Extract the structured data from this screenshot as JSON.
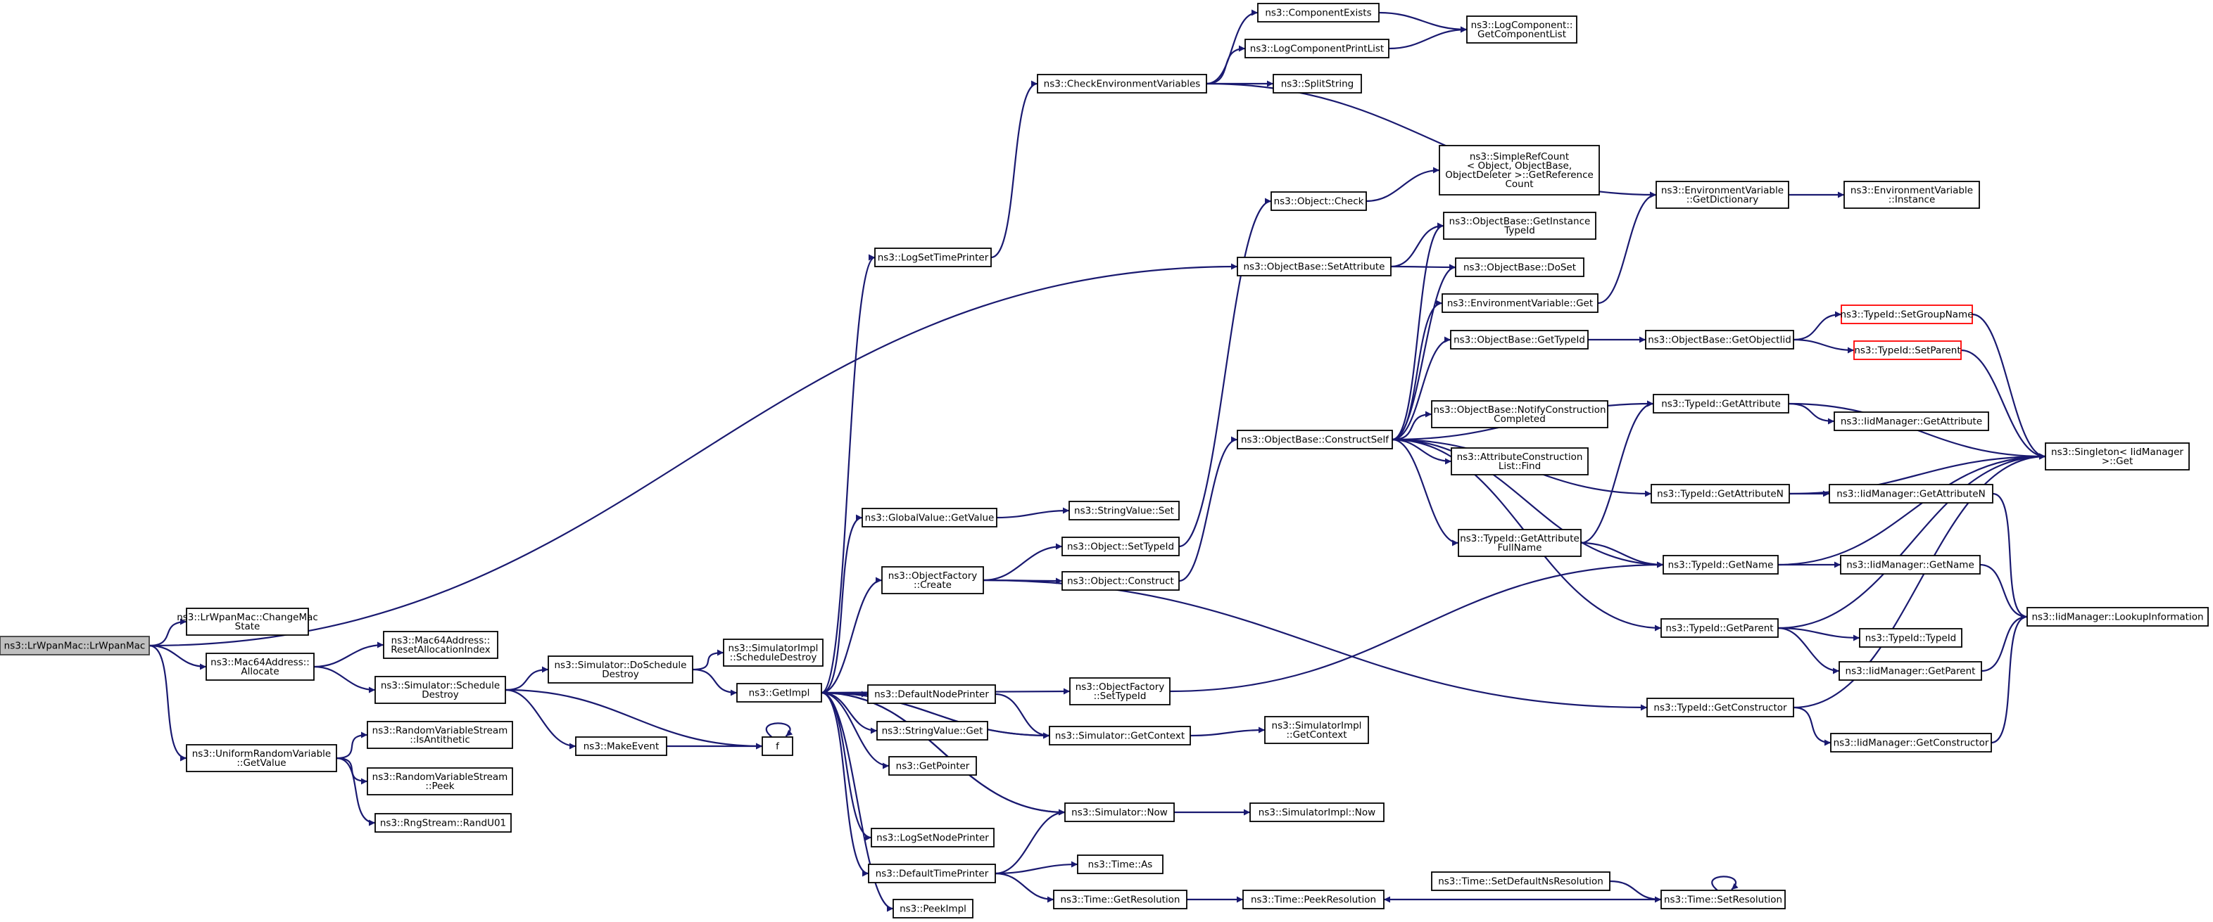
{
  "graph": {
    "edge_color": "#191970",
    "nodes": {
      "root": {
        "lines": [
          "ns3::LrWpanMac::LrWpanMac"
        ],
        "style": "root"
      },
      "changemac": {
        "lines": [
          "ns3::LrWpanMac::ChangeMac",
          "State"
        ]
      },
      "m64alloc": {
        "lines": [
          "ns3::Mac64Address::",
          "Allocate"
        ]
      },
      "m64reset": {
        "lines": [
          "ns3::Mac64Address::",
          "ResetAllocationIndex"
        ]
      },
      "urvget": {
        "lines": [
          "ns3::UniformRandomVariable",
          "::GetValue"
        ]
      },
      "rvsanti": {
        "lines": [
          "ns3::RandomVariableStream",
          "::IsAntithetic"
        ]
      },
      "rvspeek": {
        "lines": [
          "ns3::RandomVariableStream",
          "::Peek"
        ]
      },
      "randu01": {
        "lines": [
          "ns3::RngStream::RandU01"
        ]
      },
      "simsched": {
        "lines": [
          "ns3::Simulator::Schedule",
          "Destroy"
        ]
      },
      "simdosched": {
        "lines": [
          "ns3::Simulator::DoSchedule",
          "Destroy"
        ]
      },
      "simimplsched": {
        "lines": [
          "ns3::SimulatorImpl",
          "::ScheduleDestroy"
        ]
      },
      "makeevent": {
        "lines": [
          "ns3::MakeEvent"
        ]
      },
      "f": {
        "lines": [
          "f"
        ]
      },
      "getimpl": {
        "lines": [
          "ns3::GetImpl"
        ]
      },
      "logsettime": {
        "lines": [
          "ns3::LogSetTimePrinter"
        ]
      },
      "checkenv": {
        "lines": [
          "ns3::CheckEnvironmentVariables"
        ]
      },
      "compexists": {
        "lines": [
          "ns3::ComponentExists"
        ]
      },
      "logcompprint": {
        "lines": [
          "ns3::LogComponentPrintList"
        ]
      },
      "splitstring": {
        "lines": [
          "ns3::SplitString"
        ]
      },
      "logcompget": {
        "lines": [
          "ns3::LogComponent::",
          "GetComponentList"
        ]
      },
      "envgetdict": {
        "lines": [
          "ns3::EnvironmentVariable",
          "::GetDictionary"
        ]
      },
      "envinstance": {
        "lines": [
          "ns3::EnvironmentVariable",
          "::Instance"
        ]
      },
      "objcheck": {
        "lines": [
          "ns3::Object::Check"
        ]
      },
      "simplerefcount": {
        "lines": [
          "ns3::SimpleRefCount",
          "< Object, ObjectBase,",
          "ObjectDeleter >::GetReference",
          "Count"
        ]
      },
      "obsetattr": {
        "lines": [
          "ns3::ObjectBase::SetAttribute"
        ]
      },
      "obgetinst": {
        "lines": [
          "ns3::ObjectBase::GetInstance",
          "TypeId"
        ]
      },
      "obdoset": {
        "lines": [
          "ns3::ObjectBase::DoSet"
        ]
      },
      "envget": {
        "lines": [
          "ns3::EnvironmentVariable::Get"
        ]
      },
      "obgettypeid": {
        "lines": [
          "ns3::ObjectBase::GetTypeId"
        ]
      },
      "obgetobjectiid": {
        "lines": [
          "ns3::ObjectBase::GetObjectIid"
        ]
      },
      "tidsetgroup": {
        "lines": [
          "ns3::TypeId::SetGroupName"
        ],
        "style": "red"
      },
      "tidsetparent": {
        "lines": [
          "ns3::TypeId::SetParent"
        ],
        "style": "red"
      },
      "obconstruct": {
        "lines": [
          "ns3::ObjectBase::ConstructSelf"
        ]
      },
      "obnotify": {
        "lines": [
          "ns3::ObjectBase::NotifyConstruction",
          "Completed"
        ]
      },
      "attrfind": {
        "lines": [
          "ns3::AttributeConstruction",
          "List::Find"
        ]
      },
      "tidgetattr": {
        "lines": [
          "ns3::TypeId::GetAttribute"
        ]
      },
      "iidgetattr": {
        "lines": [
          "ns3::IidManager::GetAttribute"
        ]
      },
      "singleton": {
        "lines": [
          "ns3::Singleton< IidManager",
          ">::Get"
        ]
      },
      "tidgetattrn": {
        "lines": [
          "ns3::TypeId::GetAttributeN"
        ]
      },
      "iidgetattrn": {
        "lines": [
          "ns3::IidManager::GetAttributeN"
        ]
      },
      "tidgetattrfull": {
        "lines": [
          "ns3::TypeId::GetAttribute",
          "FullName"
        ]
      },
      "tidgetname": {
        "lines": [
          "ns3::TypeId::GetName"
        ]
      },
      "iidgetname": {
        "lines": [
          "ns3::IidManager::GetName"
        ]
      },
      "iidlookup": {
        "lines": [
          "ns3::IidManager::LookupInformation"
        ]
      },
      "tidgetparent": {
        "lines": [
          "ns3::TypeId::GetParent"
        ]
      },
      "tidtypeid": {
        "lines": [
          "ns3::TypeId::TypeId"
        ]
      },
      "iidgetparent": {
        "lines": [
          "ns3::IidManager::GetParent"
        ]
      },
      "tidgetctor": {
        "lines": [
          "ns3::TypeId::GetConstructor"
        ]
      },
      "iidgetctor": {
        "lines": [
          "ns3::IidManager::GetConstructor"
        ]
      },
      "gvgetvalue": {
        "lines": [
          "ns3::GlobalValue::GetValue"
        ]
      },
      "stringvalueset": {
        "lines": [
          "ns3::StringValue::Set"
        ]
      },
      "objfactcreate": {
        "lines": [
          "ns3::ObjectFactory",
          "::Create"
        ]
      },
      "objsettypeid": {
        "lines": [
          "ns3::Object::SetTypeId"
        ]
      },
      "objconstruct": {
        "lines": [
          "ns3::Object::Construct"
        ]
      },
      "defnodeprinter": {
        "lines": [
          "ns3::DefaultNodePrinter"
        ]
      },
      "objfactsettid": {
        "lines": [
          "ns3::ObjectFactory",
          "::SetTypeId"
        ]
      },
      "stringvalueget": {
        "lines": [
          "ns3::StringValue::Get"
        ]
      },
      "simgetctx": {
        "lines": [
          "ns3::Simulator::GetContext"
        ]
      },
      "simimplgetctx": {
        "lines": [
          "ns3::SimulatorImpl",
          "::GetContext"
        ]
      },
      "getpointer": {
        "lines": [
          "ns3::GetPointer"
        ]
      },
      "simnow": {
        "lines": [
          "ns3::Simulator::Now"
        ]
      },
      "simimplnow": {
        "lines": [
          "ns3::SimulatorImpl::Now"
        ]
      },
      "logsetnode": {
        "lines": [
          "ns3::LogSetNodePrinter"
        ]
      },
      "deftimeprinter": {
        "lines": [
          "ns3::DefaultTimePrinter"
        ]
      },
      "timeas": {
        "lines": [
          "ns3::Time::As"
        ]
      },
      "timegetres": {
        "lines": [
          "ns3::Time::GetResolution"
        ]
      },
      "timepeekres": {
        "lines": [
          "ns3::Time::PeekResolution"
        ]
      },
      "timesetdefns": {
        "lines": [
          "ns3::Time::SetDefaultNsResolution"
        ]
      },
      "timesetres": {
        "lines": [
          "ns3::Time::SetResolution"
        ]
      },
      "peekimpl": {
        "lines": [
          "ns3::PeekImpl"
        ]
      }
    },
    "edges": [
      [
        "root",
        "changemac"
      ],
      [
        "root",
        "m64alloc"
      ],
      [
        "root",
        "urvget"
      ],
      [
        "root",
        "obsetattr"
      ],
      [
        "m64alloc",
        "m64reset"
      ],
      [
        "m64alloc",
        "simsched"
      ],
      [
        "urvget",
        "rvsanti"
      ],
      [
        "urvget",
        "rvspeek"
      ],
      [
        "urvget",
        "randu01"
      ],
      [
        "simsched",
        "simdosched"
      ],
      [
        "simsched",
        "makeevent"
      ],
      [
        "simsched",
        "f"
      ],
      [
        "simdosched",
        "simimplsched"
      ],
      [
        "simdosched",
        "getimpl"
      ],
      [
        "makeevent",
        "f"
      ],
      [
        "f",
        "f"
      ],
      [
        "getimpl",
        "logsettime"
      ],
      [
        "getimpl",
        "gvgetvalue"
      ],
      [
        "getimpl",
        "objfactcreate"
      ],
      [
        "getimpl",
        "defnodeprinter"
      ],
      [
        "getimpl",
        "objfactsettid"
      ],
      [
        "getimpl",
        "stringvalueget"
      ],
      [
        "getimpl",
        "simgetctx"
      ],
      [
        "getimpl",
        "getpointer"
      ],
      [
        "getimpl",
        "simnow"
      ],
      [
        "getimpl",
        "logsetnode"
      ],
      [
        "getimpl",
        "deftimeprinter"
      ],
      [
        "getimpl",
        "peekimpl"
      ],
      [
        "logsettime",
        "checkenv"
      ],
      [
        "checkenv",
        "compexists"
      ],
      [
        "checkenv",
        "logcompprint"
      ],
      [
        "checkenv",
        "splitstring"
      ],
      [
        "checkenv",
        "envgetdict"
      ],
      [
        "compexists",
        "logcompget"
      ],
      [
        "logcompprint",
        "logcompget"
      ],
      [
        "envgetdict",
        "envinstance"
      ],
      [
        "objcheck",
        "simplerefcount"
      ],
      [
        "obsetattr",
        "obgetinst"
      ],
      [
        "obsetattr",
        "obdoset"
      ],
      [
        "envget",
        "envgetdict"
      ],
      [
        "obgettypeid",
        "obgetobjectiid"
      ],
      [
        "obgetobjectiid",
        "tidsetgroup"
      ],
      [
        "obgetobjectiid",
        "tidsetparent"
      ],
      [
        "tidsetgroup",
        "singleton"
      ],
      [
        "tidsetparent",
        "singleton"
      ],
      [
        "obconstruct",
        "obgetinst"
      ],
      [
        "obconstruct",
        "obdoset"
      ],
      [
        "obconstruct",
        "envget"
      ],
      [
        "obconstruct",
        "obgettypeid"
      ],
      [
        "obconstruct",
        "tidgetattr"
      ],
      [
        "obconstruct",
        "obnotify"
      ],
      [
        "obconstruct",
        "attrfind"
      ],
      [
        "obconstruct",
        "tidgetattrn"
      ],
      [
        "obconstruct",
        "tidgetattrfull"
      ],
      [
        "obconstruct",
        "tidgetname"
      ],
      [
        "obconstruct",
        "tidgetparent"
      ],
      [
        "tidgetattr",
        "iidgetattr"
      ],
      [
        "tidgetattr",
        "singleton"
      ],
      [
        "tidgetattrn",
        "iidgetattrn"
      ],
      [
        "tidgetattrn",
        "singleton"
      ],
      [
        "iidgetattrn",
        "iidlookup"
      ],
      [
        "tidgetattrfull",
        "tidgetattr"
      ],
      [
        "tidgetattrfull",
        "tidgetname"
      ],
      [
        "tidgetname",
        "iidgetname"
      ],
      [
        "tidgetname",
        "singleton"
      ],
      [
        "iidgetname",
        "iidlookup"
      ],
      [
        "tidgetparent",
        "tidtypeid"
      ],
      [
        "tidgetparent",
        "iidgetparent"
      ],
      [
        "tidgetparent",
        "singleton"
      ],
      [
        "iidgetparent",
        "iidlookup"
      ],
      [
        "tidgetctor",
        "iidgetctor"
      ],
      [
        "tidgetctor",
        "singleton"
      ],
      [
        "iidgetctor",
        "iidlookup"
      ],
      [
        "gvgetvalue",
        "stringvalueset"
      ],
      [
        "objfactcreate",
        "objsettypeid"
      ],
      [
        "objfactcreate",
        "objconstruct"
      ],
      [
        "objfactcreate",
        "tidgetctor"
      ],
      [
        "objsettypeid",
        "objcheck"
      ],
      [
        "objconstruct",
        "obconstruct"
      ],
      [
        "objfactsettid",
        "tidgetname"
      ],
      [
        "defnodeprinter",
        "simgetctx"
      ],
      [
        "simgetctx",
        "simimplgetctx"
      ],
      [
        "simgetctx",
        "getimpl"
      ],
      [
        "simnow",
        "simimplnow"
      ],
      [
        "simnow",
        "getimpl"
      ],
      [
        "deftimeprinter",
        "simnow"
      ],
      [
        "deftimeprinter",
        "timeas"
      ],
      [
        "deftimeprinter",
        "timegetres"
      ],
      [
        "timegetres",
        "timepeekres"
      ],
      [
        "timesetdefns",
        "timesetres"
      ],
      [
        "timesetres",
        "timepeekres"
      ],
      [
        "timesetres",
        "timesetres"
      ]
    ]
  }
}
